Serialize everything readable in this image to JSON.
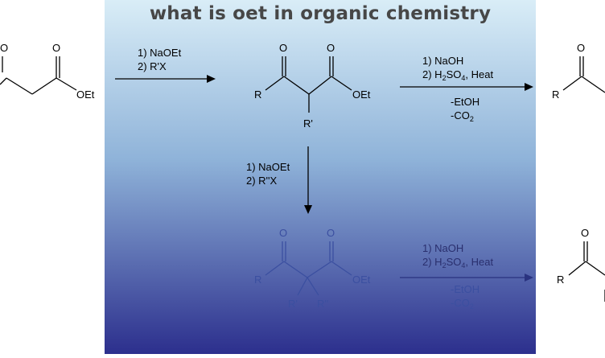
{
  "page_title": "what is oet in organic chemistry",
  "colors": {
    "panel_top": "#d9edf7",
    "panel_bottom": "#2c2f8d",
    "ink": "#000000",
    "faded_ink": "#3b4fa0"
  },
  "step1": {
    "reagent_1": "1) NaOEt",
    "reagent_2": "2) R'X"
  },
  "step2": {
    "reagent_1": "1) NaOH",
    "reagent_2_prefix": "2) H",
    "reagent_2_sub1": "2",
    "reagent_2_mid": "SO",
    "reagent_2_sub2": "4",
    "reagent_2_suffix": ", Heat",
    "loss_1": "-EtOH",
    "loss_2_prefix": "-CO",
    "loss_2_sub": "2"
  },
  "step3": {
    "reagent_1": "1) NaOEt",
    "reagent_2": "2) R''X"
  },
  "step4": {
    "reagent_1": "1) NaOH",
    "reagent_2_prefix": "2) H",
    "reagent_2_sub1": "2",
    "reagent_2_mid": "SO",
    "reagent_2_sub2": "4",
    "reagent_2_suffix": ", Heat",
    "loss_1": "-EtOH",
    "loss_2_prefix": "-CO",
    "loss_2_sub": "2"
  },
  "molecules": {
    "start": {
      "o1": "O",
      "o2": "O",
      "oet": "OEt"
    },
    "mono": {
      "o1": "O",
      "o2": "O",
      "r": "R",
      "oet": "OEt",
      "r_prime": "R'"
    },
    "ketone_1": {
      "o": "O",
      "r": "R"
    },
    "di": {
      "o1": "O",
      "o2": "O",
      "r": "R",
      "oet": "OEt",
      "r_prime": "R'",
      "r_double_prime": "R''"
    },
    "ketone_2": {
      "o": "O",
      "r": "R"
    }
  }
}
